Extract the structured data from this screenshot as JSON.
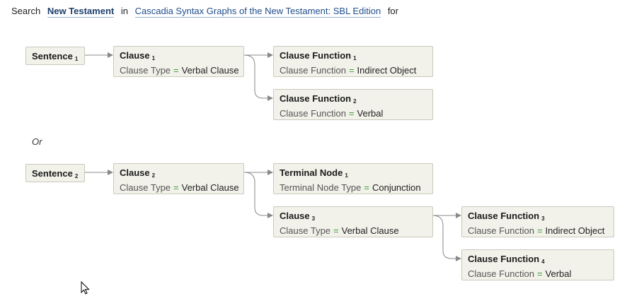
{
  "header": {
    "search_word": "Search",
    "scope": "New Testament",
    "in_word": "in",
    "resource": "Cascadia Syntax Graphs of the New Testament: SBL Edition",
    "for_word": "for"
  },
  "or_label": "Or",
  "graph1": {
    "sentence": {
      "title": "Sentence",
      "index": "1"
    },
    "clause": {
      "title": "Clause",
      "index": "1",
      "prop": "Clause Type",
      "eq": "=",
      "value": "Verbal Clause"
    },
    "function1": {
      "title": "Clause Function",
      "index": "1",
      "prop": "Clause Function",
      "eq": "=",
      "value": "Indirect Object"
    },
    "function2": {
      "title": "Clause Function",
      "index": "2",
      "prop": "Clause Function",
      "eq": "=",
      "value": "Verbal"
    }
  },
  "graph2": {
    "sentence": {
      "title": "Sentence",
      "index": "2"
    },
    "clause": {
      "title": "Clause",
      "index": "2",
      "prop": "Clause Type",
      "eq": "=",
      "value": "Verbal Clause"
    },
    "terminal": {
      "title": "Terminal Node",
      "index": "1",
      "prop": "Terminal Node Type",
      "eq": "=",
      "value": "Conjunction"
    },
    "clause3": {
      "title": "Clause",
      "index": "3",
      "prop": "Clause Type",
      "eq": "=",
      "value": "Verbal Clause"
    },
    "function3": {
      "title": "Clause Function",
      "index": "3",
      "prop": "Clause Function",
      "eq": "=",
      "value": "Indirect Object"
    },
    "function4": {
      "title": "Clause Function",
      "index": "4",
      "prop": "Clause Function",
      "eq": "=",
      "value": "Verbal"
    }
  },
  "colors": {
    "link": "#1f4e8c",
    "equals": "#3b9b3b",
    "node_bg": "#f2f2ea",
    "node_border": "#c9c9bd",
    "connector": "#888888"
  },
  "icons": {
    "cursor": "mouse-pointer-icon"
  }
}
